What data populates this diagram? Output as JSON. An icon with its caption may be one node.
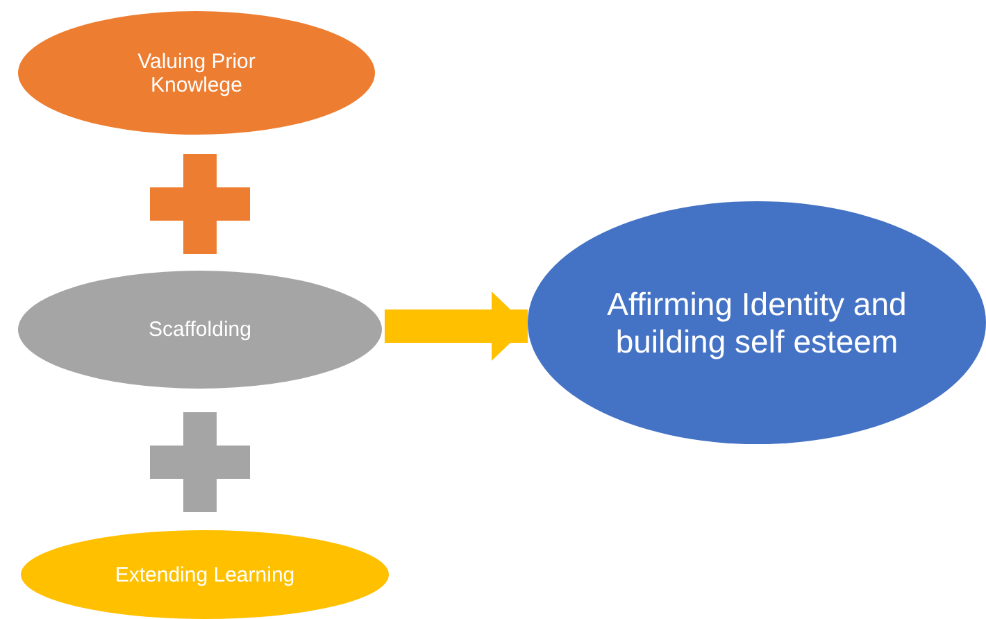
{
  "diagram": {
    "nodes": [
      {
        "text": [
          "Valuing Prior Knowlege"
        ]
      },
      {
        "text": [
          "Scaffolding"
        ]
      },
      {
        "text": [
          "Extending Learning"
        ]
      },
      {
        "text": [
          "Affirming Identity and building self esteem"
        ]
      }
    ],
    "edges": [
      {
        "from": 1,
        "to": 3,
        "arrow": "to"
      }
    ]
  }
}
